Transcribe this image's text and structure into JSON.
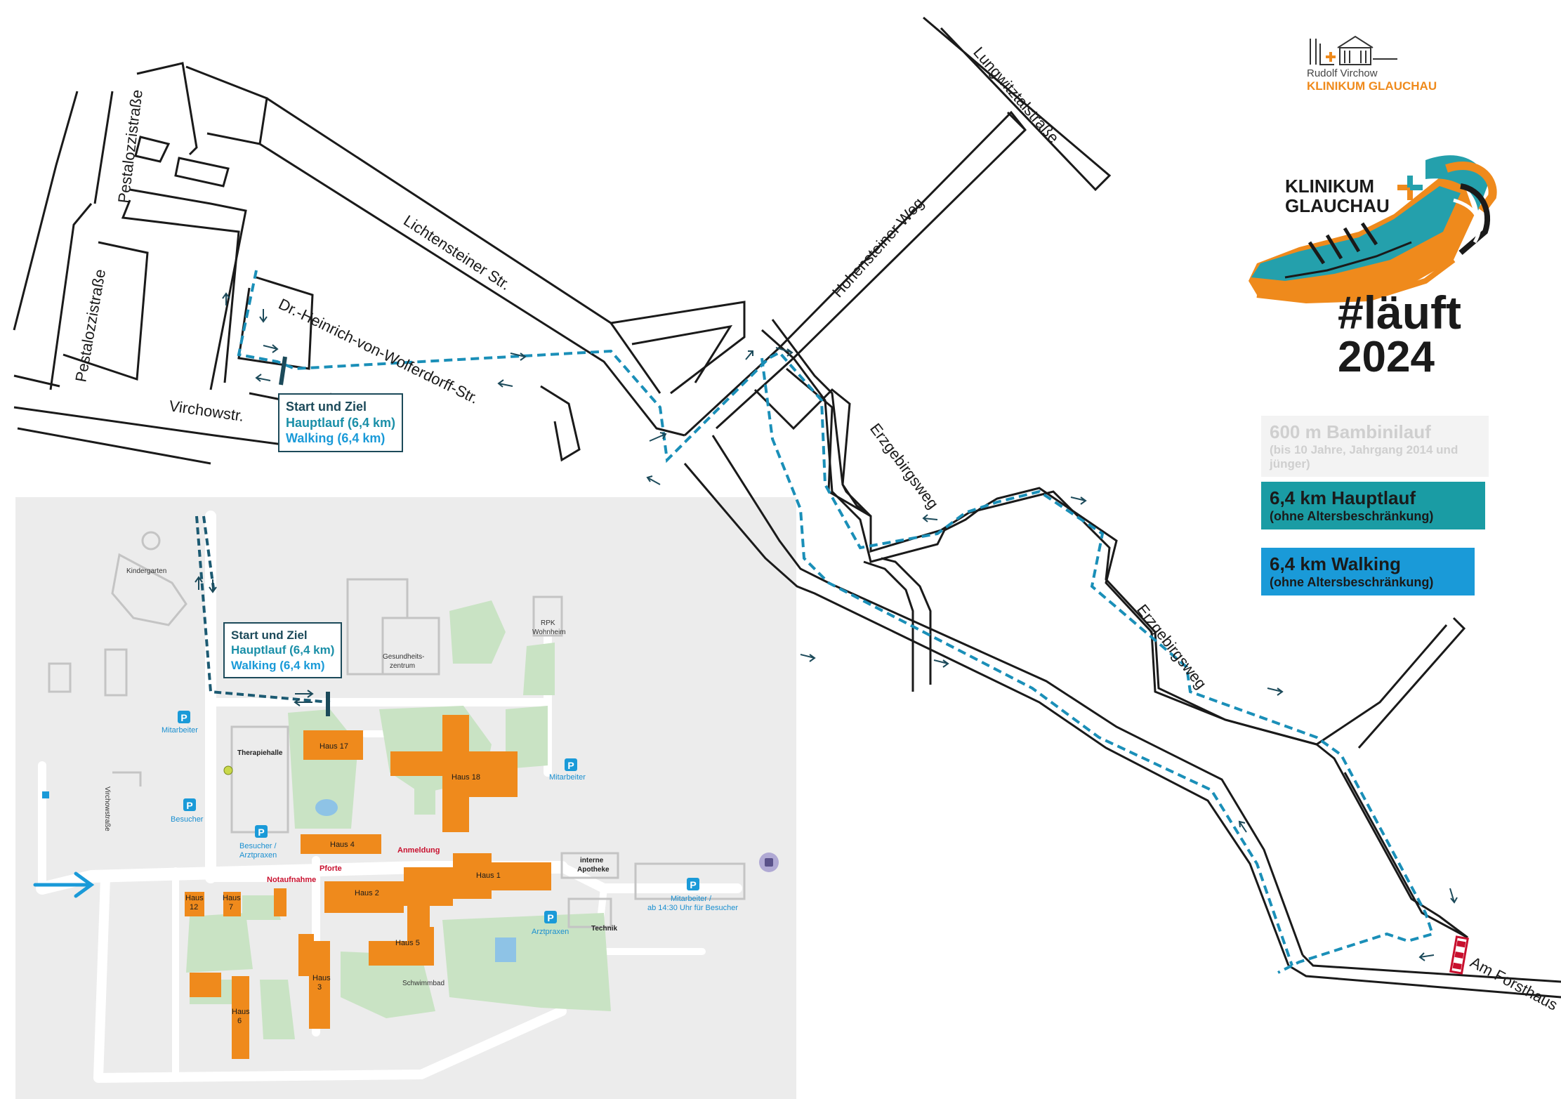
{
  "streets": {
    "pestalozzi_1": "Pestalozzistraße",
    "pestalozzi_2": "Pestalozzistraße",
    "lichtensteiner": "Lichtensteiner Str.",
    "wolferdorff": "Dr.-Heinrich-von-Wolferdorff-Str.",
    "virchow": "Virchowstr.",
    "lungwitztal": "Lungwitztalstraße",
    "hohensteiner": "Hohensteiner Weg",
    "erzgebirgsweg_1": "Erzgebirgsweg",
    "erzgebirgsweg_2": "Erzgebirgsweg",
    "am_forsthaus": "Am Forsthaus",
    "virchowstrasse_inset": "Virchowstraße"
  },
  "start_box_main": {
    "line1": "Start und Ziel",
    "line2": "Hauptlauf (6,4 km)",
    "line3": "Walking (6,4 km)"
  },
  "start_box_inset": {
    "line1": "Start und Ziel",
    "line2": "Hauptlauf (6,4 km)",
    "line3": "Walking (6,4 km)"
  },
  "logo": {
    "line1": "Rudolf Virchow",
    "line2": "KLINIKUM GLAUCHAU"
  },
  "event": {
    "brand_line1": "KLINIKUM",
    "brand_line2": "GLAUCHAU",
    "hashtag": "#läuft",
    "year": "2024"
  },
  "legend": {
    "bambini_title": "600 m Bambinilauf",
    "bambini_sub": "(bis 10 Jahre, Jahrgang 2014 und jünger)",
    "haupt_title": "6,4 km Hauptlauf",
    "haupt_sub": "(ohne Altersbeschränkung)",
    "walk_title": "6,4 km Walking",
    "walk_sub": "(ohne Altersbeschränkung)"
  },
  "colors": {
    "route": "#1a8fb8",
    "haupt": "#1a9ca4",
    "walking": "#1a9ad8",
    "building": "#ef8a1c",
    "green": "#c9e3c4",
    "panel": "#ececec"
  },
  "campus": {
    "kindergarten": "Kindergarten",
    "rpk": "RPK",
    "wohnheim": "Wohnheim",
    "gesundheit_1": "Gesundheits-",
    "gesundheit_2": "zentrum",
    "therapiehalle": "Therapiehalle",
    "mitarbeiter_left": "Mitarbeiter",
    "mitarbeiter_right": "Mitarbeiter",
    "besucher": "Besucher",
    "besucher_arzt_1": "Besucher /",
    "besucher_arzt_2": "Arztpraxen",
    "anmeldung": "Anmeldung",
    "pforte": "Pforte",
    "notaufnahme": "Notaufnahme",
    "interne_1": "interne",
    "interne_2": "Apotheke",
    "mitarbeiter_besucher_1": "Mitarbeiter /",
    "mitarbeiter_besucher_2": "ab 14:30 Uhr für Besucher",
    "arztpraxen": "Arztpraxen",
    "technik": "Technik",
    "schwimmbad": "Schwimmbad",
    "parking": "P",
    "haus17": "Haus 17",
    "haus18": "Haus 18",
    "haus4": "Haus 4",
    "haus1": "Haus 1",
    "haus2": "Haus 2",
    "haus5": "Haus 5",
    "haus3_a": "Haus",
    "haus3_b": "3",
    "haus6_a": "Haus",
    "haus6_b": "6",
    "haus12_a": "Haus",
    "haus12_b": "12",
    "haus7_a": "Haus",
    "haus7_b": "7"
  }
}
